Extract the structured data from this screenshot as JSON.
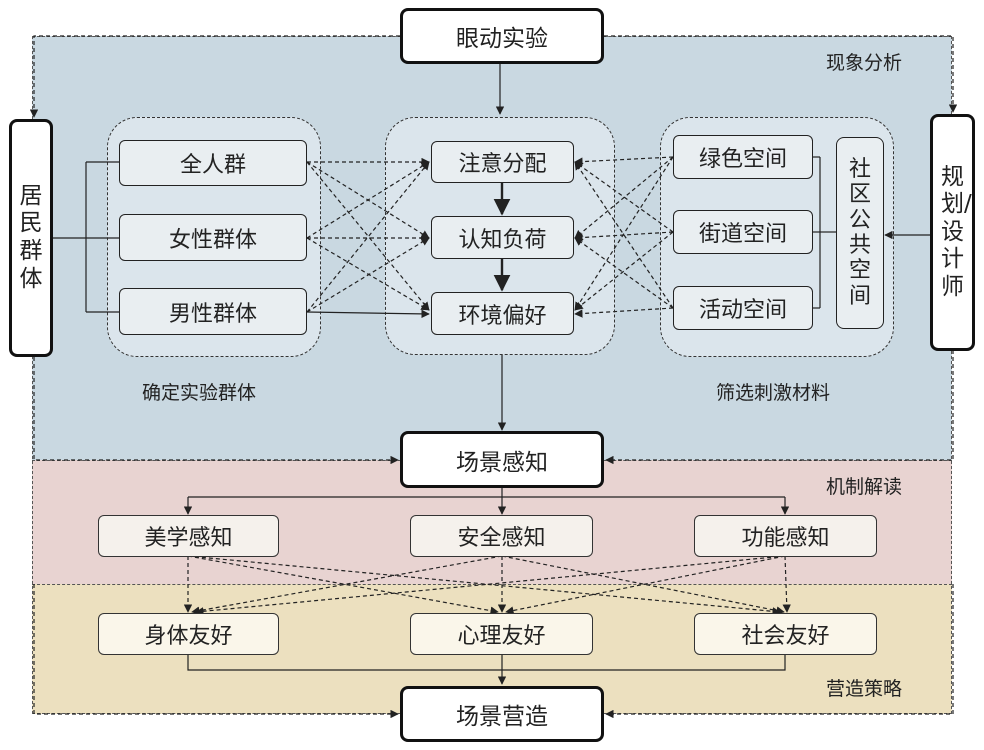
{
  "sections": {
    "phenomenon": "现象分析",
    "mechanism": "机制解读",
    "strategy": "营造策略"
  },
  "nodes": {
    "eye_tracking": "眼动实验",
    "scene_perception": "场景感知",
    "scene_creation": "场景营造",
    "residents": "居民群体",
    "planners": "规划/设计师",
    "all_people": "全人群",
    "female": "女性群体",
    "male": "男性群体",
    "attention": "注意分配",
    "cognitive_load": "认知负荷",
    "env_pref": "环境偏好",
    "green_space": "绿色空间",
    "street_space": "街道空间",
    "activity_space": "活动空间",
    "community_public_space": "社区公共空间",
    "aesthetic": "美学感知",
    "safety": "安全感知",
    "function": "功能感知",
    "physical": "身体友好",
    "psychological": "心理友好",
    "social": "社会友好"
  },
  "group_labels": {
    "experiment_group": "确定实验群体",
    "stimulus_material": "筛选刺激材料"
  },
  "colors": {
    "phenomenon_band": "#c9d8e1",
    "mechanism_band": "#e8d3d1",
    "strategy_band": "#ece0bf"
  }
}
